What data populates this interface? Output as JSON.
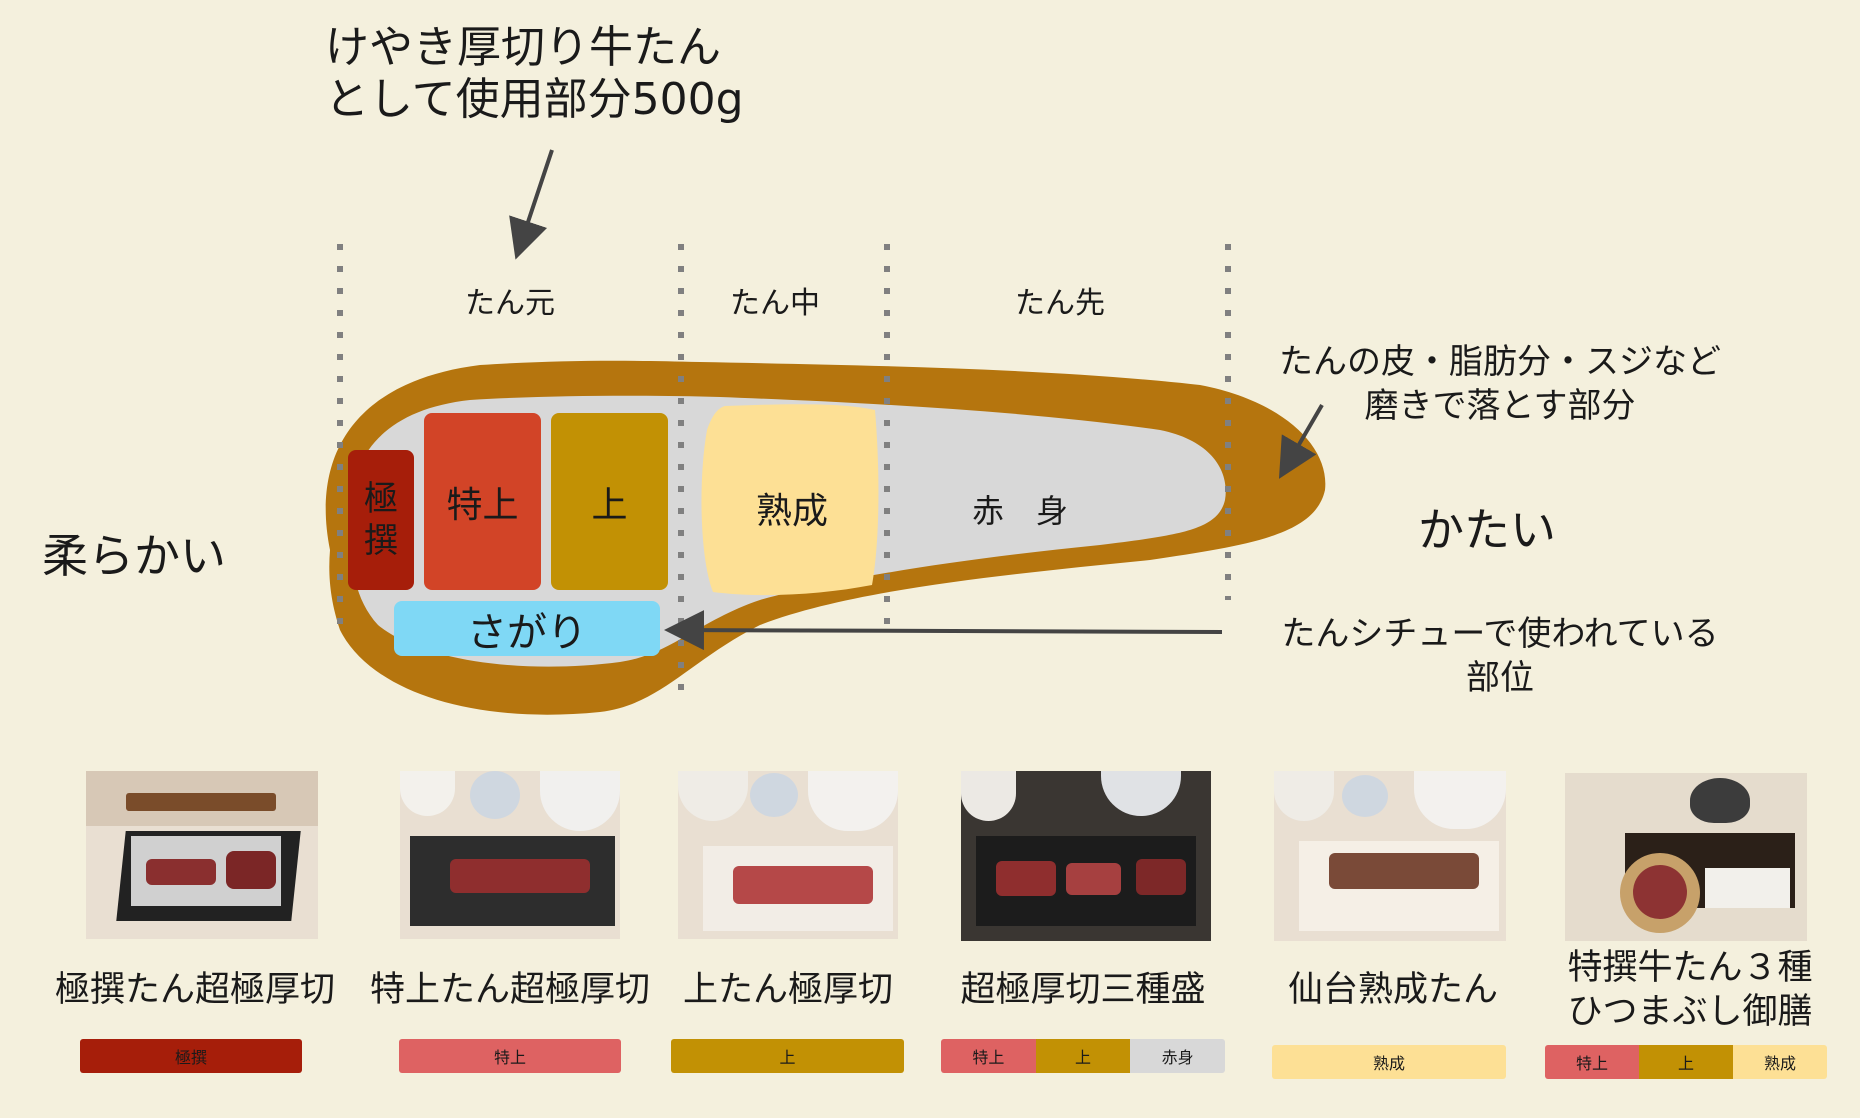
{
  "title_lines": [
    "けやき厚切り牛たん",
    "として使用部分500g"
  ],
  "sections": {
    "moto": "たん元",
    "naka": "たん中",
    "saki": "たん先"
  },
  "sides": {
    "soft": "柔らかい",
    "hard": "かたい"
  },
  "notes": {
    "skin": [
      "たんの皮・脂肪分・スジなど",
      "磨きで落とす部分"
    ],
    "stew": [
      "たんシチューで使われている",
      "部位"
    ]
  },
  "cuts": {
    "gokusen": [
      "極",
      "撰"
    ],
    "tokujo": "特上",
    "jo": "上",
    "jukusei": "熟成",
    "akami": "赤　身",
    "sagari": "さがり"
  },
  "colors": {
    "background": "#f4f0dd",
    "outer": "#b5750e",
    "inner": "#d8d8d8",
    "gokusen": "#a61e0a",
    "tokujo": "#d24427",
    "jo": "#c29104",
    "jukusei": "#fde095",
    "sagari": "#7fd8f5",
    "bar_tokujo": "#de6262",
    "bar_akami": "#d8d8d8"
  },
  "dishes": [
    {
      "name": [
        "極撰たん超極厚切"
      ],
      "bar": [
        "極撰"
      ]
    },
    {
      "name": [
        "特上たん超極厚切"
      ],
      "bar": [
        "特上"
      ]
    },
    {
      "name": [
        "上たん極厚切"
      ],
      "bar": [
        "上"
      ]
    },
    {
      "name": [
        "超極厚切三種盛"
      ],
      "bar": [
        "特上",
        "上",
        "赤身"
      ]
    },
    {
      "name": [
        "仙台熟成たん"
      ],
      "bar": [
        "熟成"
      ]
    },
    {
      "name": [
        "特撰牛たん３種",
        "ひつまぶし御膳"
      ],
      "bar": [
        "特上",
        "上",
        "熟成"
      ]
    }
  ]
}
